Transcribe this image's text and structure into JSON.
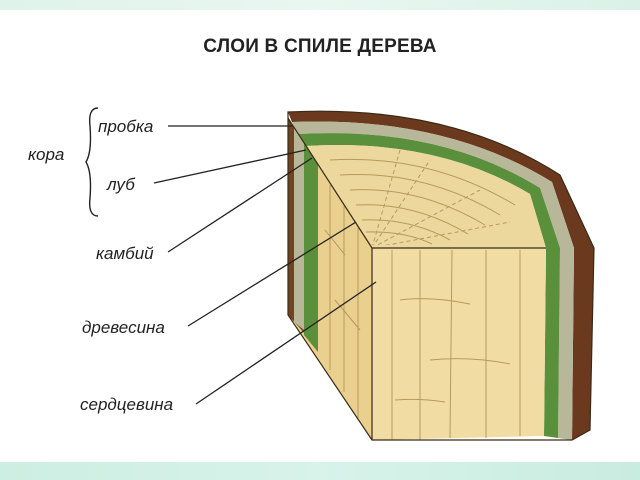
{
  "title": "СЛОИ В СПИЛЕ ДЕРЕВА",
  "labels": {
    "bark": "кора",
    "cork": "пробка",
    "phloem": "луб",
    "cambium": "камбий",
    "wood": "древесина",
    "pith": "сердцевина"
  },
  "colors": {
    "bark": "#6b3a1e",
    "cork": "#b8b79a",
    "cambium": "#5a8f3c",
    "wood": "#ecd79c",
    "wood_grain": "#b69a5c",
    "leader_line": "#222222"
  }
}
